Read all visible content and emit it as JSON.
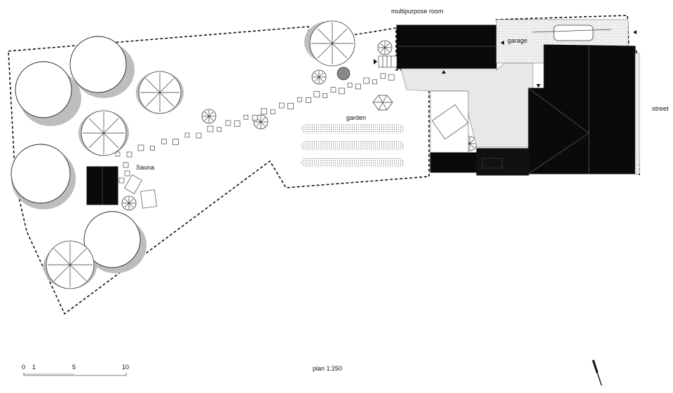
{
  "labels": {
    "multipurpose_room": "multipurpose room",
    "garage": "garage",
    "garden": "garden",
    "sauna": "Sauna",
    "street": "street"
  },
  "scale_bar": {
    "ticks": [
      "0",
      "1",
      "5",
      "10"
    ]
  },
  "plan_caption": "plan  1:250"
}
